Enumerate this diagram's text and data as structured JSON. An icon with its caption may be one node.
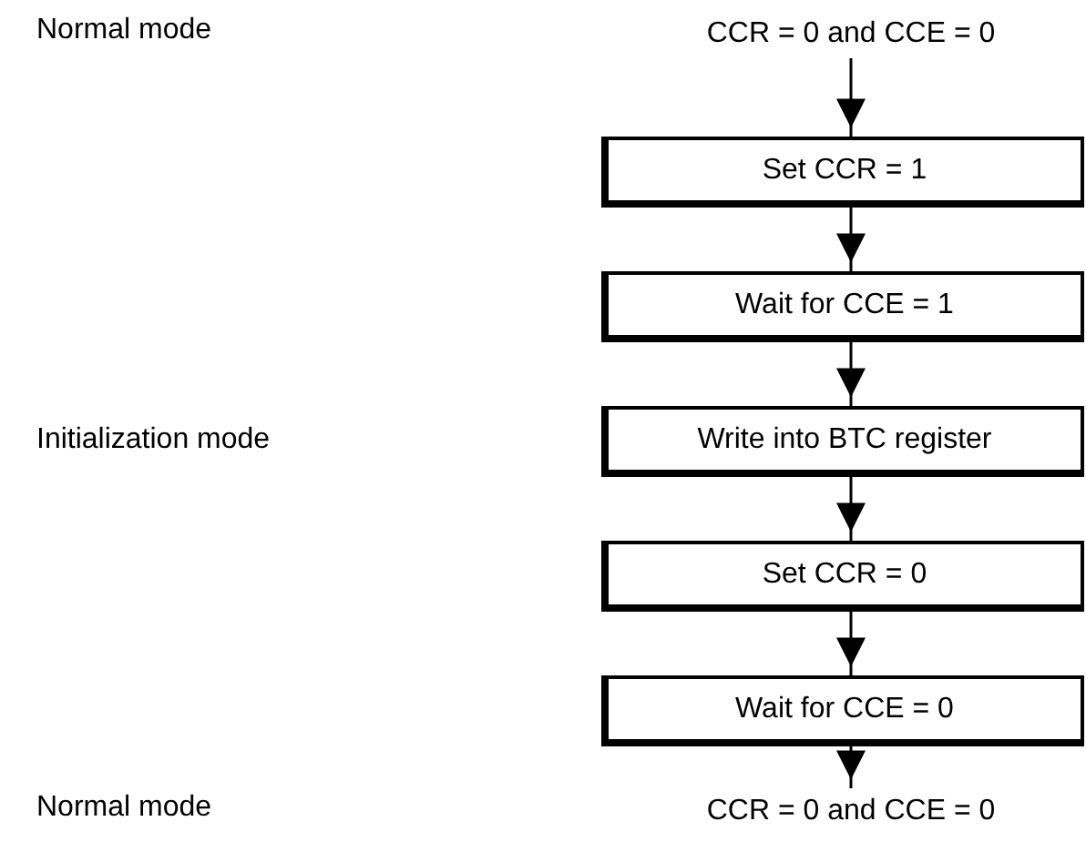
{
  "diagram": {
    "nodes": [
      {
        "text": [
          "CCR = 0 and CCE = 0"
        ]
      },
      {
        "text": [
          "Set CCR = 1"
        ]
      },
      {
        "text": [
          "Wait for CCE = 1"
        ]
      },
      {
        "text": [
          "Write into BTC register"
        ]
      },
      {
        "text": [
          "Set CCR = 0"
        ]
      },
      {
        "text": [
          "Wait for CCE = 0"
        ]
      },
      {
        "text": [
          "CCR = 0 and CCE = 0"
        ]
      }
    ],
    "edges": [
      {
        "from": 0,
        "to": 1,
        "arrow": "to"
      },
      {
        "from": 1,
        "to": 2,
        "arrow": "to"
      },
      {
        "from": 2,
        "to": 3,
        "arrow": "to"
      },
      {
        "from": 3,
        "to": 4,
        "arrow": "to"
      },
      {
        "from": 4,
        "to": 5,
        "arrow": "to"
      },
      {
        "from": 5,
        "to": 6,
        "arrow": "to"
      }
    ],
    "labels": [
      "Normal mode",
      "Initialization mode",
      "Normal mode"
    ]
  }
}
